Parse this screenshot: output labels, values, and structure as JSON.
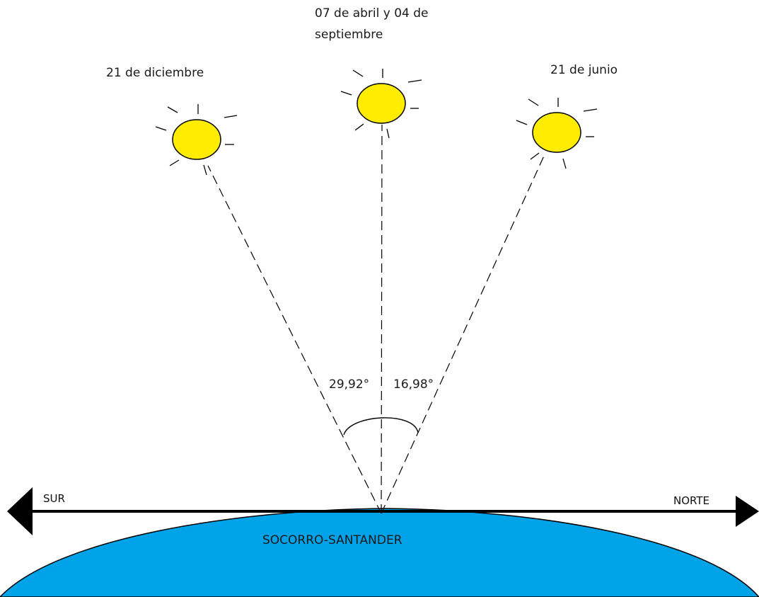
{
  "labels": {
    "sun_dec": "21 de diciembre",
    "sun_equinox_line1": "07 de abril y 04 de",
    "sun_equinox_line2": "septiembre",
    "sun_jun": "21 de junio",
    "angle_south": "29,92°",
    "angle_north": "16,98°",
    "direction_south": "SUR",
    "direction_north": "NORTE",
    "location": "SOCORRO-SANTANDER"
  },
  "colors": {
    "sun_fill": "#ffec00",
    "earth_fill": "#00a2e8",
    "line": "#000000",
    "background": "#ffffff"
  },
  "icons": {
    "sun": "sun-icon",
    "arrow_left": "arrow-left-icon",
    "arrow_right": "arrow-right-icon"
  }
}
